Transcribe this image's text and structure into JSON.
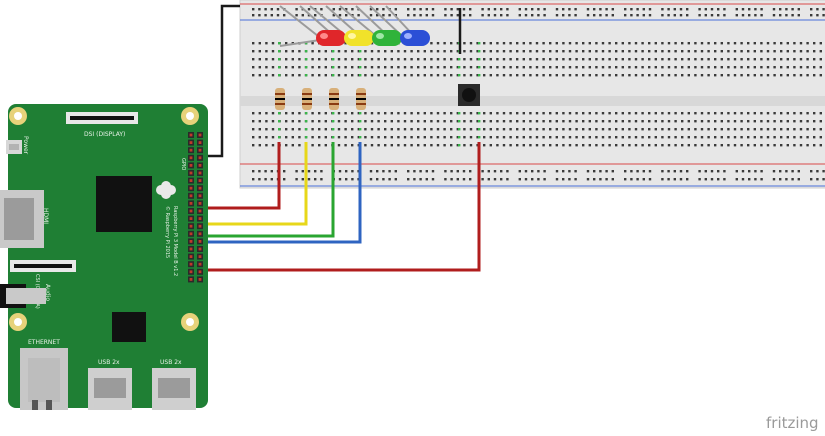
{
  "board": {
    "display_label": "DSI (DISPLAY)",
    "camera_label": "CSI (CAMERA)",
    "power_label": "Power",
    "hdmi_label": "HDMI",
    "audio_label": "Audio",
    "ethernet_label": "ETHERNET",
    "usb1_label": "USB 2x",
    "usb2_label": "USB 2x",
    "gpio_label": "GPIO",
    "model_line1": "Raspberry Pi 3 Model B v1.2",
    "model_line2": "© Raspberry Pi 2015"
  },
  "breadboard": {
    "leds": [
      "red",
      "yellow",
      "green",
      "blue"
    ],
    "resistor_count": 4,
    "button_count": 1
  },
  "wires": {
    "colors": {
      "ground": "#1a1a1a",
      "red": "#b01d1d",
      "yellow": "#e7d719",
      "green": "#2aa531",
      "blue": "#2f64c1",
      "button": "#b01d1d"
    }
  },
  "colors": {
    "board_green": "#1f7f34",
    "breadboard": "#e7e7e7",
    "rail_red": "#d94a4a",
    "rail_blue": "#4a6fd9"
  },
  "watermark": "fritzing"
}
